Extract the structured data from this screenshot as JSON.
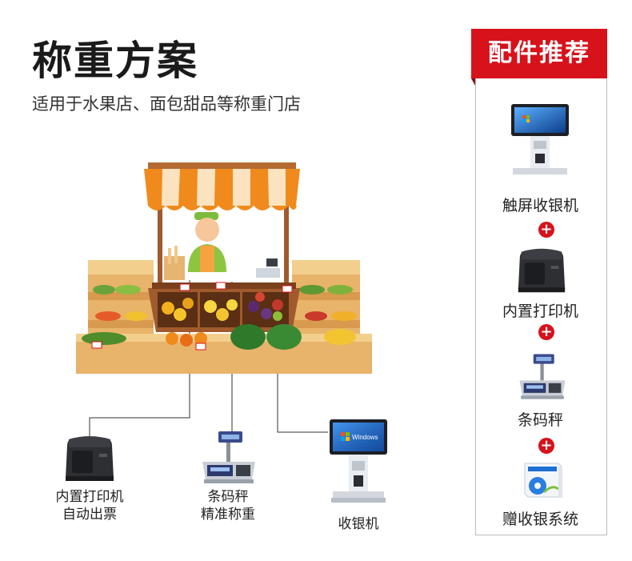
{
  "header": {
    "title": "称重方案",
    "subtitle": "适用于水果店、面包甜品等称重门店"
  },
  "scene": {
    "printer_label_line1": "内置打印机",
    "printer_label_line2": "自动出票",
    "scale_label_line1": "条码秤",
    "scale_label_line2": "精准称重",
    "pos_label": "收银机",
    "screen_text": "Windows"
  },
  "accessories": {
    "heading": "配件推荐",
    "items": [
      {
        "label": "触屏收银机"
      },
      {
        "label": "内置打印机"
      },
      {
        "label": "条码秤"
      },
      {
        "label": "赠收银系统"
      }
    ],
    "plus_symbol": "+"
  },
  "colors": {
    "accent_red": "#d7121b",
    "awning_orange": "#f08a1c",
    "stall_wood": "#a05a2c",
    "shelf_tan": "#e8b36a"
  }
}
